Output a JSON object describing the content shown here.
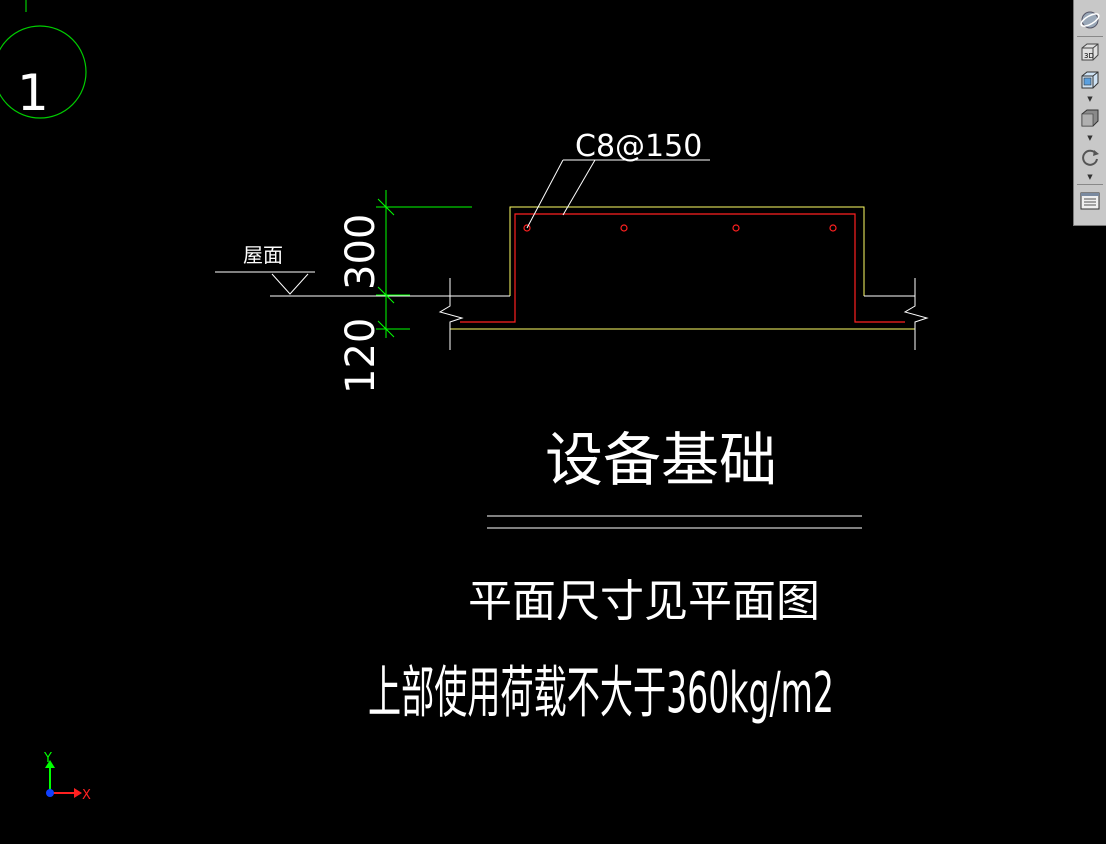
{
  "drawing": {
    "grid_label": "1",
    "rebar_label": "C8@150",
    "roof_label": "屋面",
    "dim_upper": "300",
    "dim_lower": "120",
    "title": "设备基础",
    "note_plan": "平面尺寸见平面图",
    "note_load": "上部使用荷载不大于360kg/m2"
  },
  "ucs": {
    "x_label": "X",
    "y_label": "Y"
  },
  "toolbar": {
    "tools": [
      "orbit-icon",
      "view-3d-icon",
      "view-cube-icon",
      "shade-icon",
      "rotate-icon",
      "properties-icon"
    ],
    "view_3d_label": "3D"
  },
  "colors": {
    "background": "#000000",
    "concrete_outline": "#ffff66",
    "rebar": "#ff0000",
    "dimension": "#00ff00",
    "text": "#ffffff",
    "grid_circle": "#00cc00"
  }
}
